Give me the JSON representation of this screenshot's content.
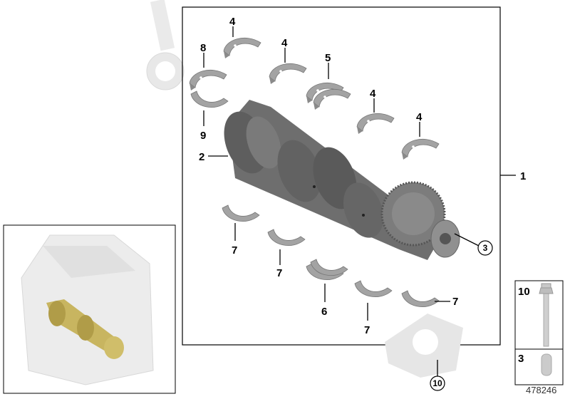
{
  "diagram": {
    "diagram_number": "478246",
    "callouts": {
      "c1": "1",
      "c2": "2",
      "c3": "3",
      "c4a": "4",
      "c4b": "4",
      "c4c": "4",
      "c4d": "4",
      "c5": "5",
      "c6": "6",
      "c7a": "7",
      "c7b": "7",
      "c7c": "7",
      "c7d": "7",
      "c8": "8",
      "c9": "9",
      "c10": "10"
    },
    "legend_box": [
      {
        "number": "10",
        "part": "bolt"
      },
      {
        "number": "3",
        "part": "dowel-pin"
      }
    ],
    "colors": {
      "part_gray": "#9a9a9a",
      "crank_dark": "#6b6b6b",
      "ghost": "#e4e4e4",
      "highlight": "#c8b560"
    }
  }
}
